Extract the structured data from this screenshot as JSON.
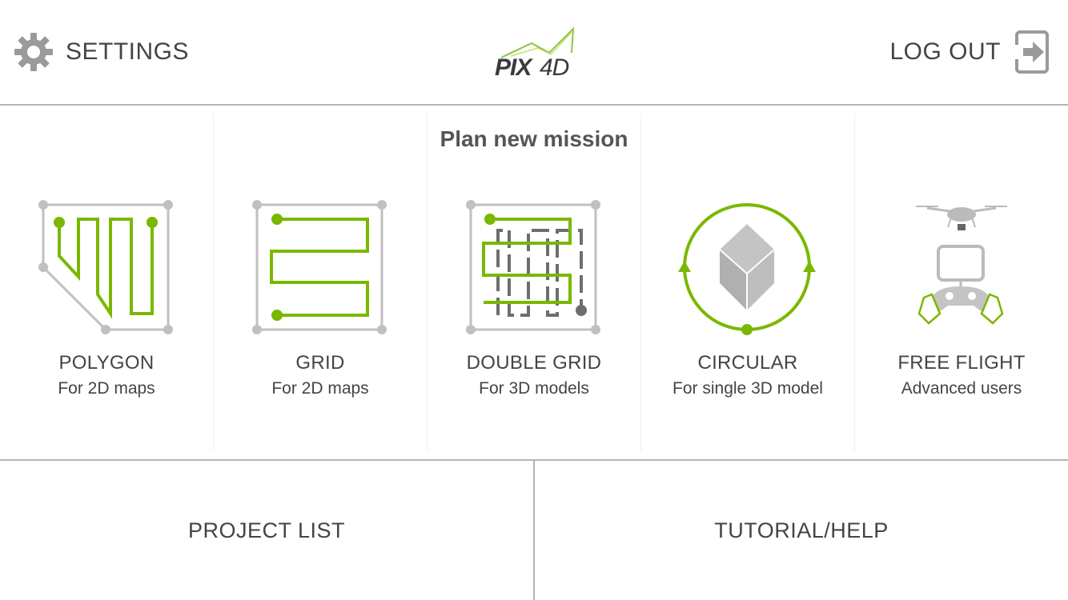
{
  "header": {
    "settings_label": "SETTINGS",
    "logout_label": "LOG OUT",
    "logo_text": "PIX4D"
  },
  "plan": {
    "title": "Plan new mission",
    "missions": [
      {
        "name": "POLYGON",
        "sub": "For 2D maps",
        "icon": "polygon-icon"
      },
      {
        "name": "GRID",
        "sub": "For 2D maps",
        "icon": "grid-icon"
      },
      {
        "name": "DOUBLE GRID",
        "sub": "For 3D models",
        "icon": "double-grid-icon"
      },
      {
        "name": "CIRCULAR",
        "sub": "For single 3D model",
        "icon": "circular-icon"
      },
      {
        "name": "FREE FLIGHT",
        "sub": "Advanced users",
        "icon": "drone-controller-icon"
      }
    ]
  },
  "footer": {
    "project_list": "PROJECT LIST",
    "tutorial_help": "TUTORIAL/HELP"
  },
  "colors": {
    "accent_green": "#7ab800",
    "text": "#444444",
    "divider": "#b5b5b5",
    "icon_gray": "#b8b8b8"
  }
}
